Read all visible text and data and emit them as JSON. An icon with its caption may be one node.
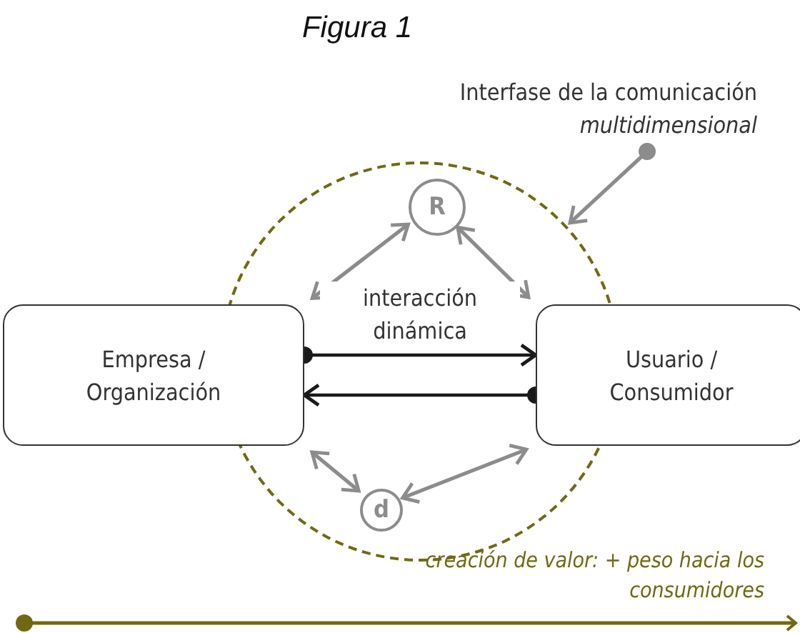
{
  "diagram": {
    "title": "Figura 1",
    "nodes": [
      {
        "text": [
          "Interfase de la comunicación *multidimensional*"
        ]
      },
      {
        "text": [],
        "shape": "circle"
      },
      {
        "text": [
          "R"
        ],
        "in": 1
      },
      {
        "text": [
          "Empresa / Organización"
        ]
      },
      {
        "text": [
          "Usuario / Consumidor"
        ]
      },
      {
        "text": [
          "d"
        ],
        "in": 1
      }
    ],
    "edges": [
      {
        "from": 0,
        "to": 1,
        "arrow": "to"
      },
      {
        "from": 3,
        "to": 4,
        "arrow": "to",
        "label": "interacción dinámica",
        "color": "#1a1a1a"
      },
      {
        "from": 4,
        "to": 3,
        "arrow": "to",
        "color": "#1a1a1a"
      },
      {
        "from": 3,
        "to": 2,
        "arrow": "both"
      },
      {
        "from": 2,
        "to": 4,
        "arrow": "both"
      },
      {
        "from": 3,
        "to": 5,
        "arrow": "both"
      },
      {
        "from": 5,
        "to": 4,
        "arrow": "both"
      }
    ],
    "labels": [
      "creación de valor: + peso hacia los consumidores"
    ]
  }
}
